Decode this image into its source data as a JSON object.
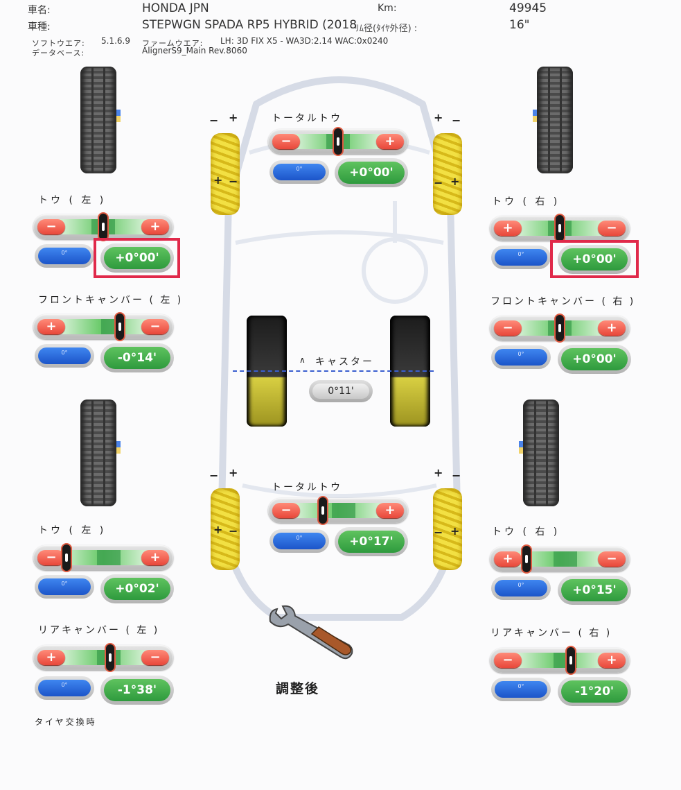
{
  "header": {
    "vehicle_name_label": "車名:",
    "vehicle_name": "HONDA JPN",
    "model_label": "車種:",
    "model": "STEPWGN SPADA RP5 HYBRID (2018",
    "handwritten_note": "ﾘﾑ径(ﾀｲﾔ外径) :",
    "km_label": "Km:",
    "km_value": "49945",
    "rim_value": "16\"",
    "software_label": "ソフトウエア:",
    "software_version": "5.1.6.9",
    "database_label": "データベース:",
    "firmware_label": "ファームウエア:",
    "firmware": "LH: 3D FIX X5 - WA3D:2.14 WAC:0x0240",
    "database": "AlignerS9_Main Rev.8060"
  },
  "front_total_toe": {
    "label": "トータルトウ",
    "value": "+0°00'",
    "unit": "0°",
    "needle_pct": 50
  },
  "front_toe_left": {
    "label": "トウ ( 左 )",
    "value": "+0°00'",
    "unit": "0°",
    "needle_pct": 50
  },
  "front_toe_right": {
    "label": "トウ ( 右 )",
    "value": "+0°00'",
    "unit": "0°",
    "needle_pct": 50
  },
  "front_camber_left": {
    "label": "フロントキャンバー ( 左 )",
    "value": "-0°14'",
    "unit": "0°",
    "needle_pct": 62
  },
  "front_camber_right": {
    "label": "フロントキャンバー ( 右 )",
    "value": "+0°00'",
    "unit": "0°",
    "needle_pct": 50
  },
  "caster": {
    "label": "キャスター",
    "value": "0°11'"
  },
  "rear_total_toe": {
    "label": "トータルトウ",
    "value": "+0°17'",
    "unit": "0°",
    "needle_pct": 39
  },
  "rear_toe_left": {
    "label": "トウ ( 左 )",
    "value": "+0°02'",
    "unit": "0°",
    "needle_pct": 24
  },
  "rear_toe_right": {
    "label": "トウ ( 右 )",
    "value": "+0°15'",
    "unit": "0°",
    "needle_pct": 26
  },
  "rear_camber_left": {
    "label": "リアキャンバー ( 左 )",
    "value": "-1°38'",
    "unit": "0°",
    "needle_pct": 55
  },
  "rear_camber_right": {
    "label": "リアキャンバー ( 右 )",
    "value": "-1°20'",
    "unit": "0°",
    "needle_pct": 58
  },
  "status": "調整後",
  "footer_note": "タイヤ交換時",
  "symbols": {
    "plus": "+",
    "minus": "−"
  },
  "colors": {
    "accent_green": "#3aa84a",
    "minus_red": "#e8473a",
    "highlight_red": "#e0294a",
    "unit_blue": "#2a67dd"
  }
}
